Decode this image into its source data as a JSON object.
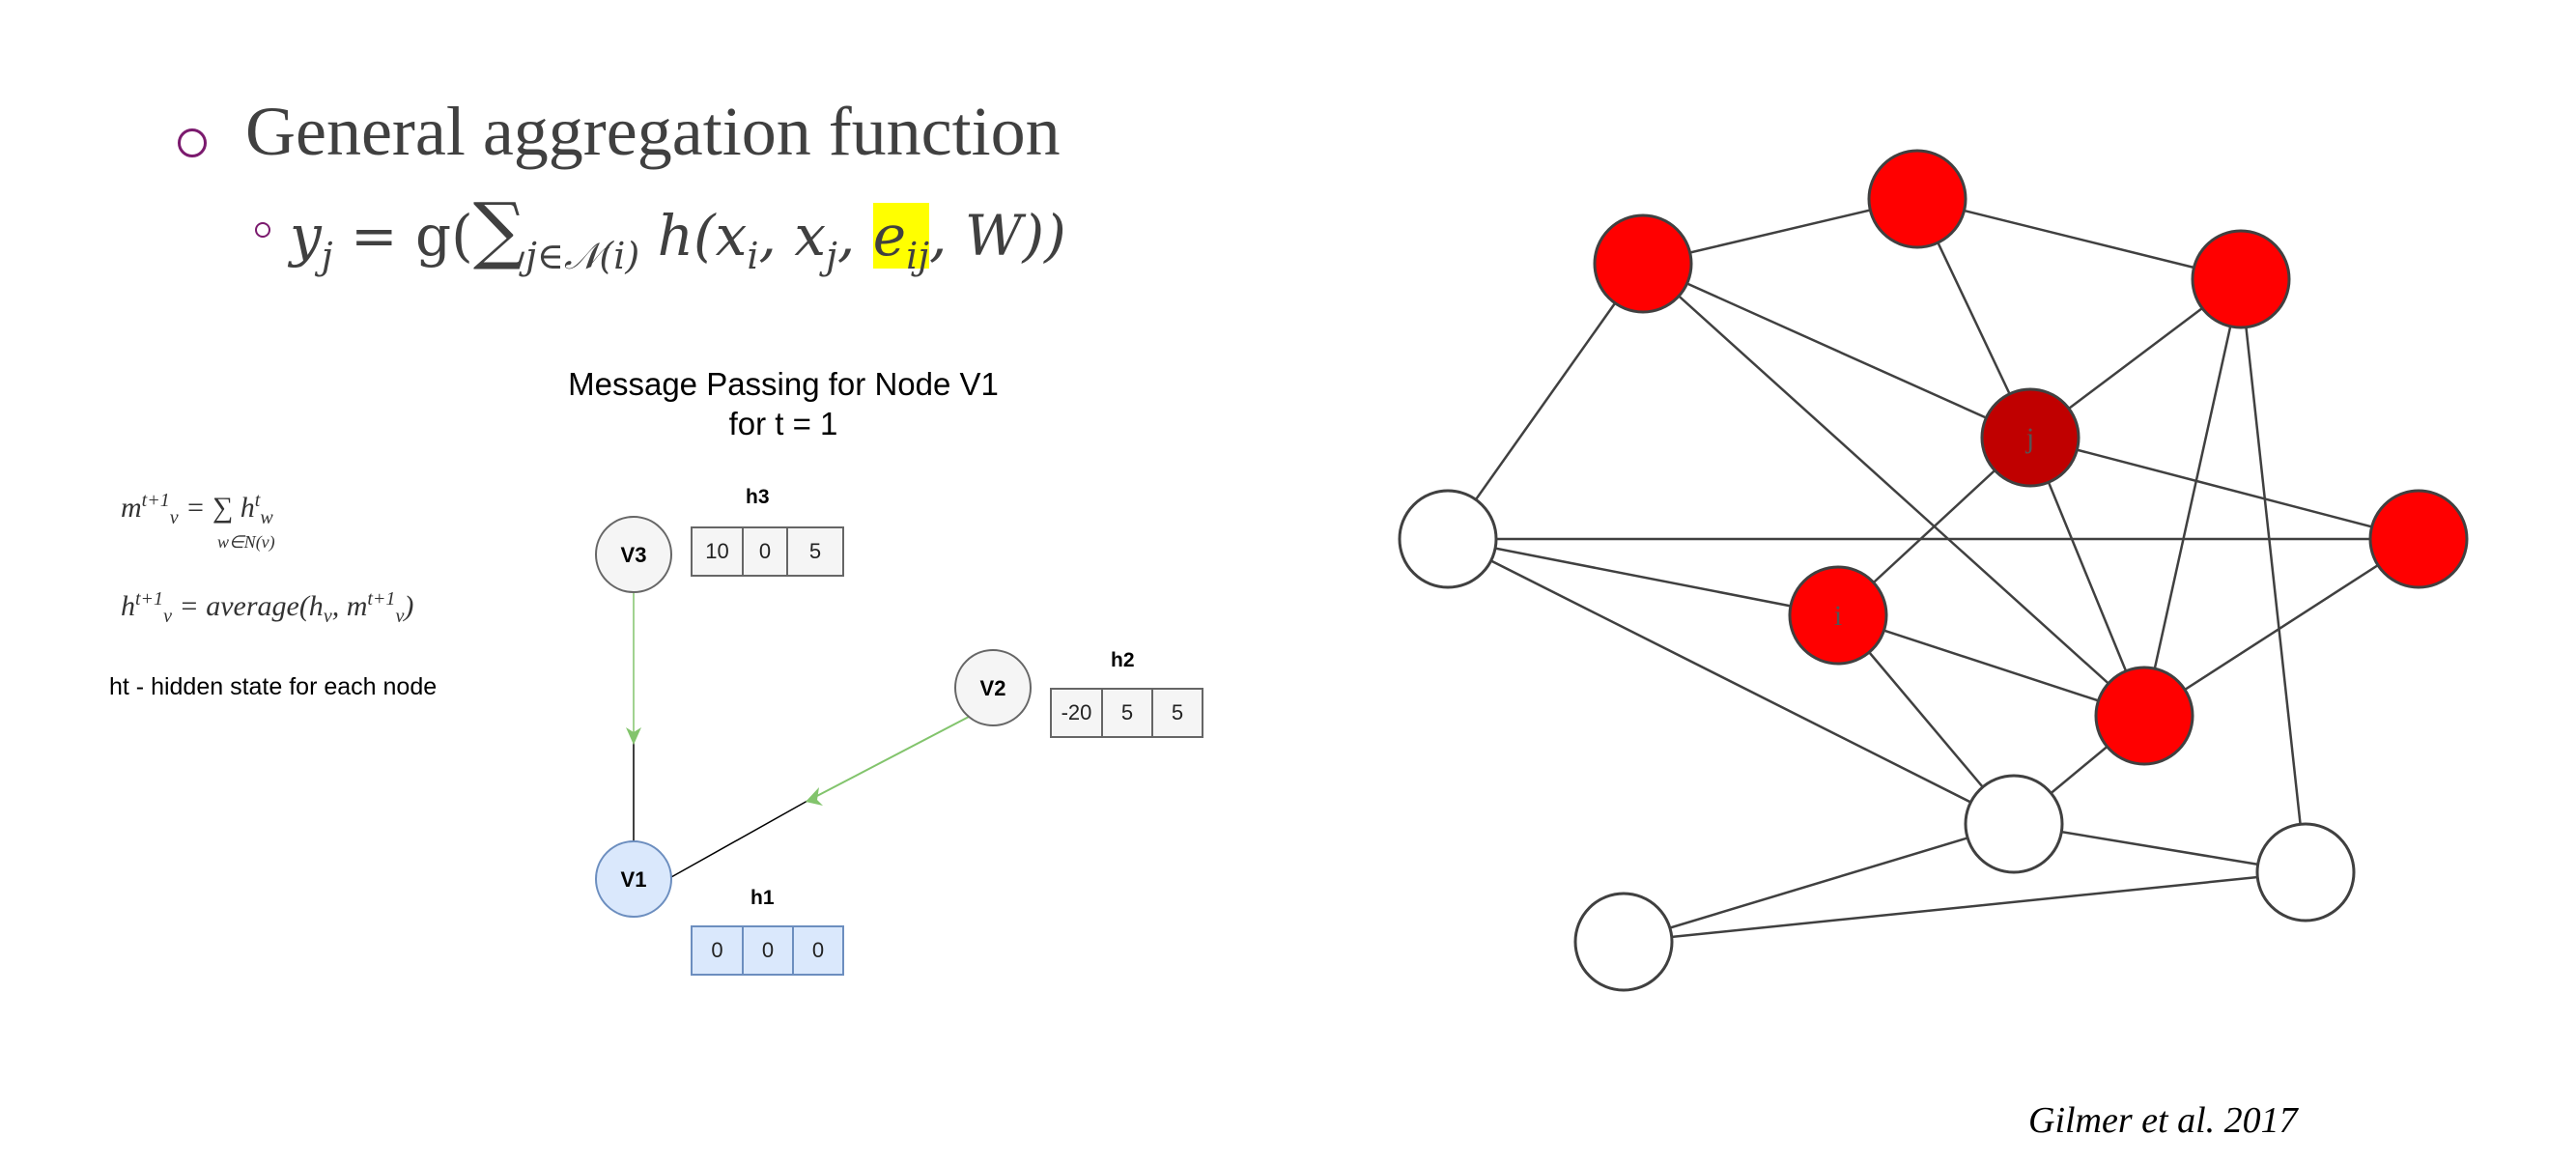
{
  "slide": {
    "title": "General aggregation function",
    "formula": {
      "y": "y",
      "y_sub": "j",
      "eq": " = g(",
      "sigma": "∑",
      "sigma_sub": "j∈𝒩(i)",
      "h": " h(x",
      "x1_sub": "i",
      "comma1": ", x",
      "x2_sub": "j",
      "comma2": ", ",
      "e": "e",
      "e_sub": "ij",
      "tail": ", W))"
    },
    "citation": "Gilmer et al. 2017"
  },
  "left_formulas": {
    "m_eq": "m",
    "m_sup": "t+1",
    "m_sub": "v",
    "m_rhs": " = ∑ h",
    "m_rhs_sup": "t",
    "m_rhs_sub": "w",
    "m_under": "w∈N(v)",
    "h_eq": "h",
    "h_sup": "t+1",
    "h_sub": "v",
    "h_rhs": " = average(h",
    "h_rhs_sub": "v",
    "h_rhs2": ", m",
    "h_rhs2_sup": "t+1",
    "h_rhs2_sub": "v",
    "h_close": ")",
    "note": "ht - hidden state for each node"
  },
  "message_passing": {
    "title_line1": "Message Passing for Node V1",
    "title_line2": "for t = 1",
    "nodes": [
      {
        "label": "V3",
        "color": "#f5f5f5"
      },
      {
        "label": "V2",
        "color": "#f5f5f5"
      },
      {
        "label": "V1",
        "color": "#dae8fc"
      }
    ],
    "vectors": {
      "h3": {
        "label": "h3",
        "values": [
          "10",
          "0",
          "5"
        ]
      },
      "h2": {
        "label": "h2",
        "values": [
          "-20",
          "5",
          "5"
        ]
      },
      "h1": {
        "label": "h1",
        "values": [
          "0",
          "0",
          "0"
        ]
      }
    },
    "edges": [
      {
        "from": "V3",
        "to": "V1",
        "message_color": "#82c46c"
      },
      {
        "from": "V2",
        "to": "V1",
        "message_color": "#82c46c"
      }
    ]
  },
  "graph": {
    "colors": {
      "red": "#ff0000",
      "dark_red": "#c00000",
      "white": "#ffffff",
      "stroke": "#404040"
    },
    "nodes": [
      {
        "id": "a",
        "label": "",
        "fill": "red"
      },
      {
        "id": "b",
        "label": "",
        "fill": "red"
      },
      {
        "id": "c",
        "label": "",
        "fill": "red"
      },
      {
        "id": "j",
        "label": "j",
        "fill": "dark_red"
      },
      {
        "id": "r",
        "label": "",
        "fill": "red"
      },
      {
        "id": "w1",
        "label": "",
        "fill": "white"
      },
      {
        "id": "i",
        "label": "i",
        "fill": "red"
      },
      {
        "id": "k",
        "label": "",
        "fill": "red"
      },
      {
        "id": "w2",
        "label": "",
        "fill": "white"
      },
      {
        "id": "w3",
        "label": "",
        "fill": "white"
      },
      {
        "id": "w4",
        "label": "",
        "fill": "white"
      }
    ],
    "edges": [
      [
        "a",
        "b"
      ],
      [
        "b",
        "c"
      ],
      [
        "a",
        "w1"
      ],
      [
        "a",
        "j"
      ],
      [
        "a",
        "k"
      ],
      [
        "b",
        "j"
      ],
      [
        "c",
        "j"
      ],
      [
        "c",
        "k"
      ],
      [
        "c",
        "w3"
      ],
      [
        "j",
        "r"
      ],
      [
        "j",
        "i"
      ],
      [
        "j",
        "k"
      ],
      [
        "w1",
        "r"
      ],
      [
        "w1",
        "i"
      ],
      [
        "w1",
        "w2"
      ],
      [
        "i",
        "k"
      ],
      [
        "i",
        "w2"
      ],
      [
        "k",
        "r"
      ],
      [
        "k",
        "w2"
      ],
      [
        "w2",
        "w3"
      ],
      [
        "w2",
        "w4"
      ],
      [
        "w4",
        "w3"
      ]
    ]
  }
}
